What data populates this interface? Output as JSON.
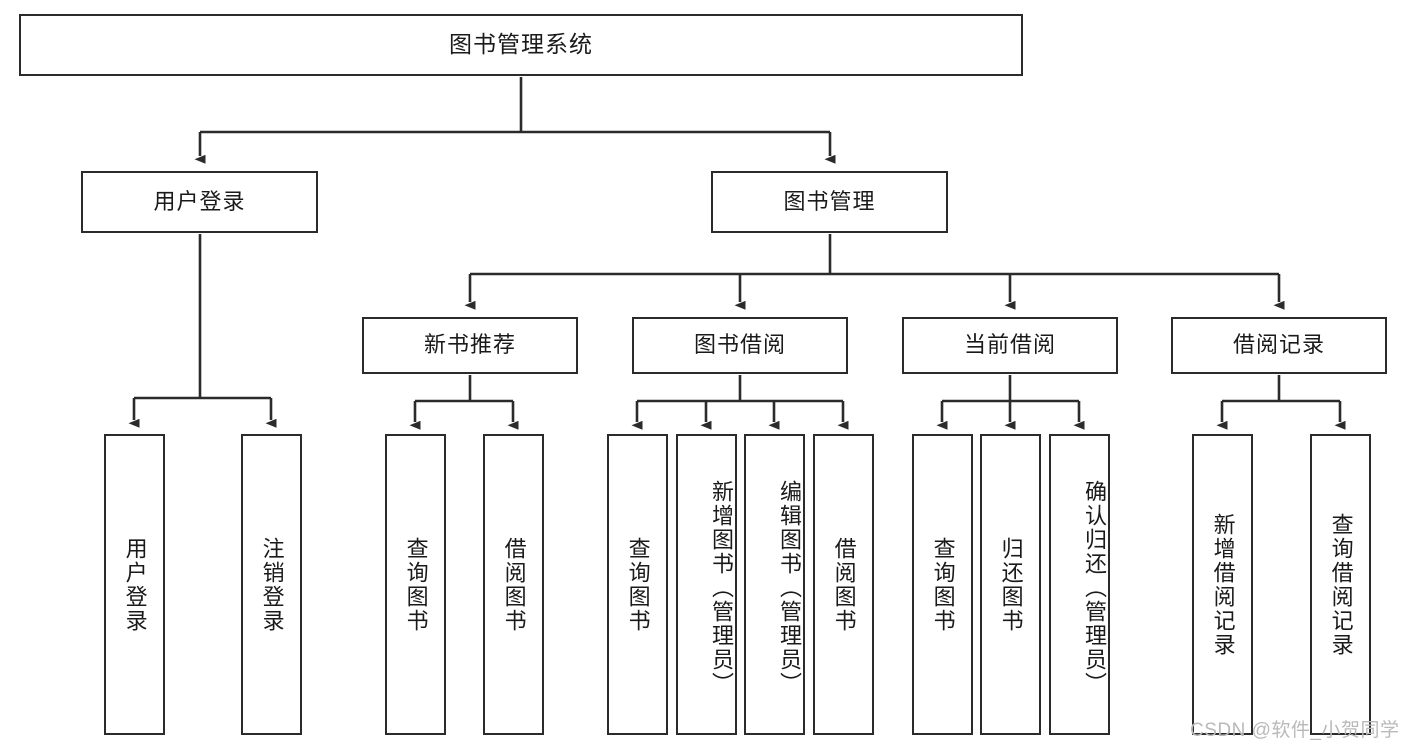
{
  "diagram": {
    "type": "hierarchy-tree",
    "title": "图书管理系统",
    "root": {
      "label": "图书管理系统"
    },
    "level2": [
      {
        "label": "用户登录"
      },
      {
        "label": "图书管理"
      }
    ],
    "level3": [
      {
        "label": "新书推荐"
      },
      {
        "label": "图书借阅"
      },
      {
        "label": "当前借阅"
      },
      {
        "label": "借阅记录"
      }
    ],
    "leaves": {
      "user_login": [
        {
          "label": "用户登录"
        },
        {
          "label": "注销登录"
        }
      ],
      "new_book_recommend": [
        {
          "label": "查询图书"
        },
        {
          "label": "借阅图书"
        }
      ],
      "book_borrow": [
        {
          "label": "查询图书"
        },
        {
          "label": "新增图书（管理员）"
        },
        {
          "label": "编辑图书（管理员）"
        },
        {
          "label": "借阅图书"
        }
      ],
      "current_borrow": [
        {
          "label": "查询图书"
        },
        {
          "label": "归还图书"
        },
        {
          "label": "确认归还（管理员）"
        }
      ],
      "borrow_record": [
        {
          "label": "新增借阅记录"
        },
        {
          "label": "查询借阅记录"
        }
      ]
    }
  },
  "watermark": {
    "text": "CSDN @软件_小贺同学"
  },
  "colors": {
    "stroke": "#2b2b2b",
    "fill": "#ffffff",
    "text": "#1a1a1a",
    "watermark": "#b9b9b9"
  }
}
